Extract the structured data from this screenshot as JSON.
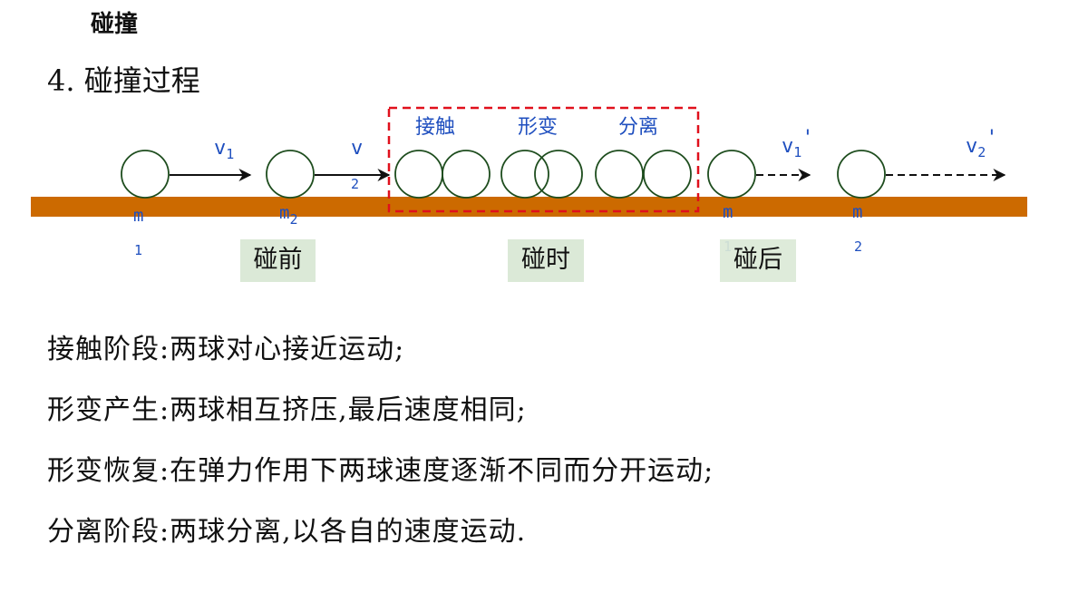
{
  "heading": "碰撞",
  "section_title": "4. 碰撞过程",
  "colors": {
    "ground": "#cc6a00",
    "ball_stroke": "#1e4d1e",
    "dash_box": "#e0101c",
    "label_blue": "#1f4fbf",
    "stage_bg": "#dbe9d7"
  },
  "diagram": {
    "phase_labels": [
      "接触",
      "形变",
      "分离"
    ],
    "velocity_labels": {
      "v1": {
        "base": "v",
        "sub": "1"
      },
      "v2": {
        "base": "v",
        "sub": "2"
      },
      "v1p": {
        "base": "v",
        "sub": "1",
        "prime": "'"
      },
      "v2p": {
        "base": "v",
        "sub": "2",
        "prime": "'"
      }
    },
    "mass_labels": {
      "m1_before": {
        "base": "m",
        "sub": "1"
      },
      "m2_before": {
        "base": "m",
        "sub": "2"
      },
      "m1_after": {
        "base": "m",
        "sub": "1"
      },
      "m2_after": {
        "base": "m",
        "sub": "2"
      }
    }
  },
  "stages": [
    "碰前",
    "碰时",
    "碰后"
  ],
  "descriptions": [
    {
      "term": "接触阶段",
      "sep": ":",
      "text": "两球对心接近运动;"
    },
    {
      "term": "形变产生",
      "sep": ":",
      "text": "两球相互挤压,最后速度相同;"
    },
    {
      "term": "形变恢复",
      "sep": ":",
      "text": "在弹力作用下两球速度逐渐不同而分开运动;"
    },
    {
      "term": "分离阶段",
      "sep": ":",
      "text": "两球分离,以各自的速度运动."
    }
  ]
}
